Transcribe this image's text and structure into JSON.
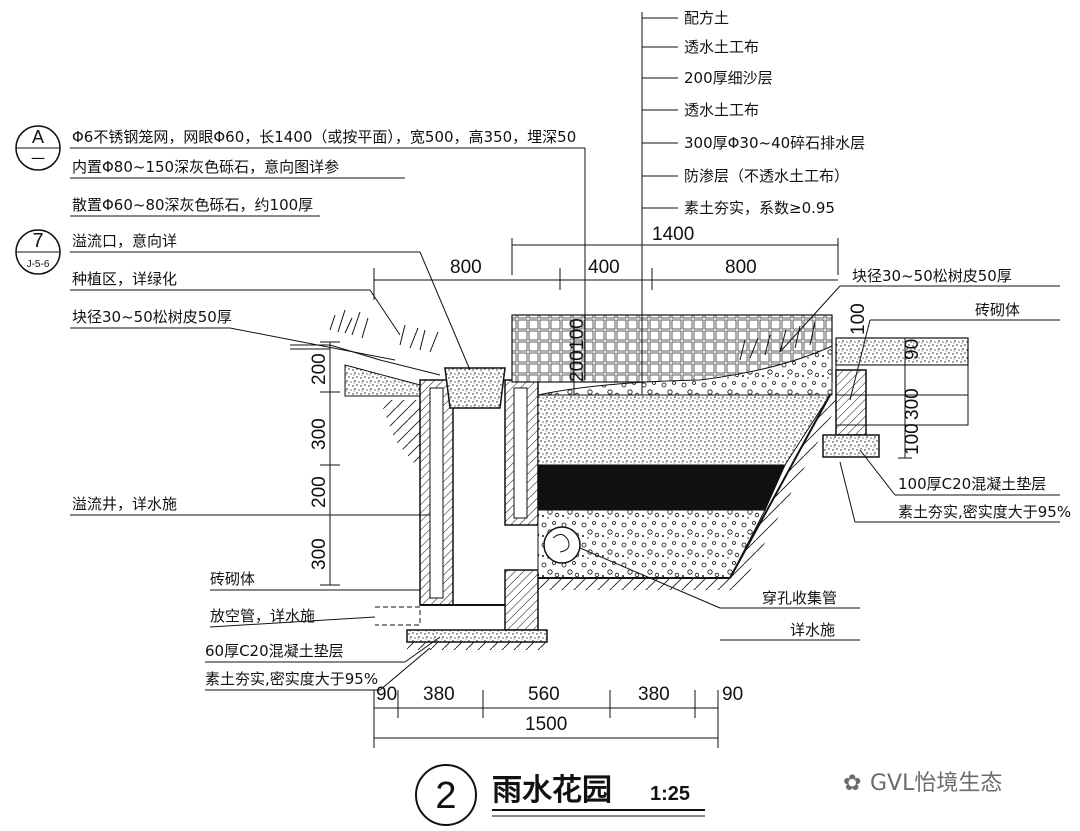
{
  "title": "雨水花园",
  "scale": "1:25",
  "detail_number": "2",
  "watermark": "GVL怡境生态",
  "bubbles": {
    "a": {
      "top": "A",
      "bottom": "一"
    },
    "ref": {
      "top": "7",
      "bottom": "J-5-6"
    }
  },
  "layer_labels": [
    "配方土",
    "透水土工布",
    "200厚细沙层",
    "透水土工布",
    "300厚Φ30~40碎石排水层",
    "防渗层（不透水土工布）",
    "素土夯实，系数≥0.95"
  ],
  "left_labels": {
    "cage": "Φ6不锈钢笼网，网眼Φ60，长1400（或按平面），宽500，高350，埋深50",
    "inner_gravel": "内置Φ80~150深灰色砾石，意向图详参",
    "scatter_gravel": "散置Φ60~80深灰色砾石，约100厚",
    "overflow_port": "溢流口，意向详",
    "planting": "种植区，详绿化",
    "bark_left": "块径30~50松树皮50厚",
    "overflow_well": "溢流井，详水施",
    "brick_left": "砖砌体",
    "drain_pipe": "放空管，详水施",
    "concrete_left": "60厚C20混凝土垫层",
    "compact_left": "素土夯实,密实度大于95%"
  },
  "right_labels": {
    "bark_right": "块径30~50松树皮50厚",
    "brick_right": "砖砌体",
    "concrete_right": "100厚C20混凝土垫层",
    "compact_right": "素土夯实,密实度大于95%",
    "perforated_pipe": "穿孔收集管",
    "pipe_detail": "详水施"
  },
  "dimensions": {
    "top_total": "1400",
    "top_left": "800",
    "top_mid": "400",
    "top_right": "800",
    "left_vertical": [
      "200",
      "300",
      "200",
      "300"
    ],
    "mid_vertical": [
      "200",
      "100"
    ],
    "right_vertical": [
      "100",
      "300",
      "100",
      "90"
    ],
    "bottom_parts": [
      "90",
      "380",
      "560",
      "380",
      "90"
    ],
    "bottom_total": "1500"
  }
}
